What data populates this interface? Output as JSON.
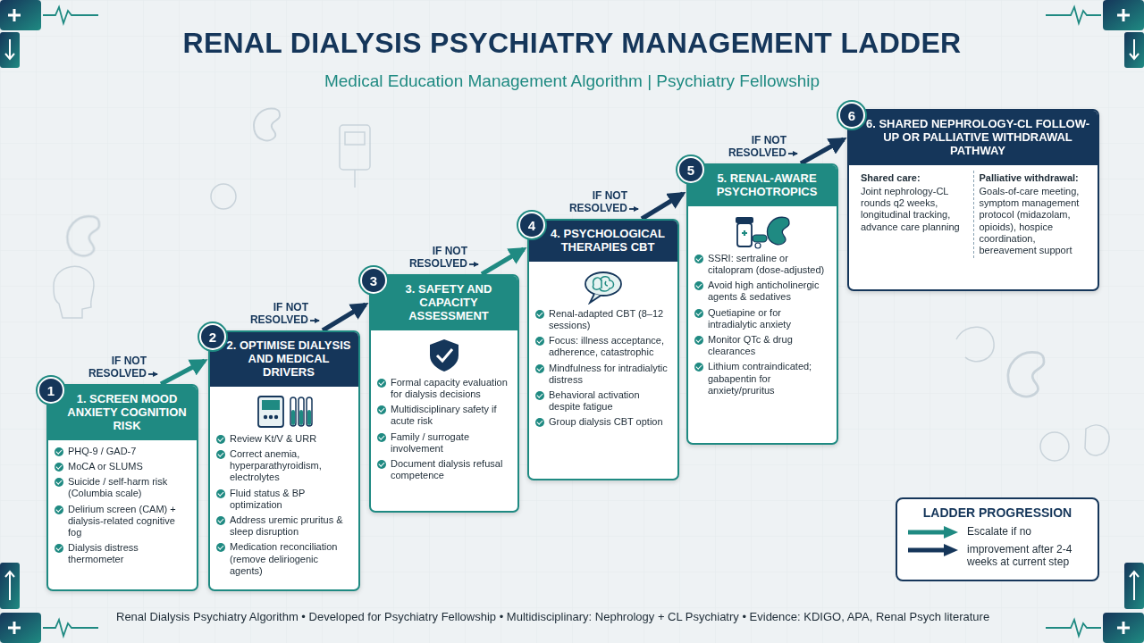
{
  "diagram": {
    "title": "RENAL DIALYSIS PSYCHIATRY MANAGEMENT LADDER",
    "caption": "Renal Dialysis Psychiatry Algorithm • Developed for Psychiatry Fellowship • Multidisciplinary: Nephrology + CL Psychiatry • Evidence: KDIGO, APA, Renal Psych literature",
    "nodes": [
      {
        "text": [
          "1. SCREEN MOOD ANXIETY COGNITION RISK",
          "PHQ-9 / GAD-7",
          "MoCA or SLUMS",
          "Suicide / self-harm risk (Columbia scale)",
          "Delirium screen (CAM) + dialysis-related cognitive fog",
          "Dialysis distress thermometer"
        ]
      },
      {
        "text": [
          "1"
        ],
        "in": 0
      },
      {
        "text": [
          "2. OPTIMISE DIALYSIS AND MEDICAL DRIVERS",
          "Review Kt/V & URR",
          "Correct anemia, hyperparathyroidism, electrolytes",
          "Fluid status & BP optimization",
          "Address uremic pruritus & sleep disruption",
          "Medication reconciliation (remove deliriogenic agents)"
        ]
      },
      {
        "text": [
          "2"
        ],
        "in": 2
      },
      {
        "text": [
          "3. SAFETY AND CAPACITY ASSESSMENT",
          "Formal capacity evaluation for dialysis decisions",
          "Multidisciplinary safety if acute risk",
          "Family / surrogate involvement",
          "Document dialysis refusal competence"
        ]
      },
      {
        "text": [
          "3"
        ],
        "in": 4
      },
      {
        "text": [
          "4. PSYCHOLOGICAL THERAPIES CBT",
          "Renal-adapted CBT (8–12 sessions)",
          "Focus: illness acceptance, adherence, catastrophic",
          "Mindfulness for intradialytic distress",
          "Behavioral activation despite fatigue",
          "Group dialysis CBT option"
        ]
      },
      {
        "text": [
          "4"
        ],
        "in": 6
      },
      {
        "text": [
          "5. RENAL-AWARE PSYCHOTROPICS",
          "SSRI: sertraline or citalopram (dose-adjusted)",
          "Avoid high anticholinergic agents & sedatives",
          "Quetiapine or for intradialytic anxiety",
          "Monitor QTc & drug clearances",
          "Lithium contraindicated; gabapentin for anxiety/pruritus"
        ]
      },
      {
        "text": [
          "5"
        ],
        "in": 8
      },
      {
        "text": [
          "6. SHARED NEPHROLOGY-CL FOLLOW-UP OR PALLIATIVE WITHDRAWAL PATHWAY",
          "Shared care:",
          "Joint nephrology-CL rounds q2 weeks, longitudinal tracking, advance care planning",
          "Palliative withdrawal:",
          "Goals-of-care meeting, symptom management protocol (midazolam, opioids), hospice coordination, bereavement support"
        ]
      },
      {
        "text": [
          "6"
        ],
        "in": 10
      }
    ],
    "edges": [
      {
        "from": 0,
        "to": 2,
        "label": "IF NOT RESOLVED",
        "arrow": "to"
      },
      {
        "from": 2,
        "to": 4,
        "label": "IF NOT RESOLVED",
        "arrow": "to"
      },
      {
        "from": 4,
        "to": 6,
        "label": "IF NOT RESOLVED",
        "arrow": "to"
      },
      {
        "from": 6,
        "to": 8,
        "label": "IF NOT RESOLVED",
        "arrow": "to"
      },
      {
        "from": 8,
        "to": 10,
        "label": "IF NOT RESOLVED",
        "arrow": "to"
      }
    ],
    "labels": [
      "Medical Education Management Algorithm | Psychiatry Fellowship",
      "LADDER PROGRESSION"
    ],
    "legend": [
      {
        "text": "Escalate if no"
      },
      {
        "text": "improvement after 2-4 weeks at current step"
      }
    ]
  }
}
